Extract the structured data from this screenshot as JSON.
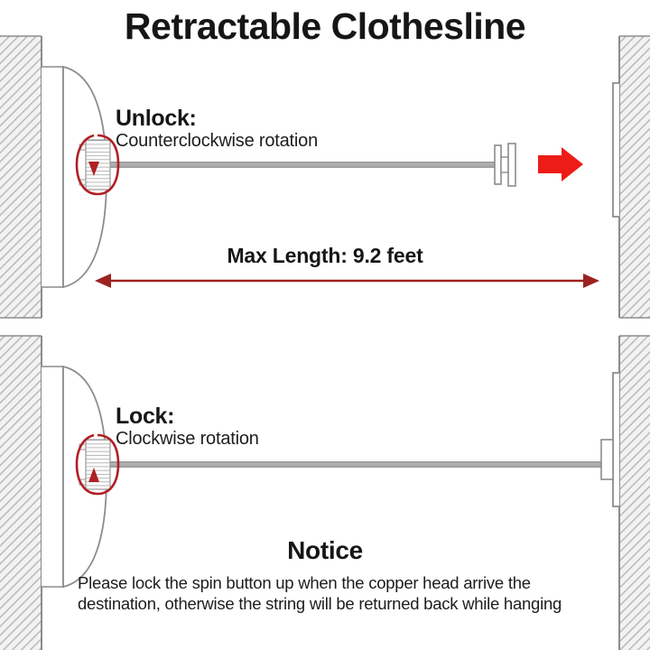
{
  "page": {
    "title": "Retractable Clothesline",
    "background_color": "#ffffff"
  },
  "colors": {
    "title_text": "#161616",
    "body_text": "#1d1d1d",
    "wall_hatch": "#b9b9b9",
    "wall_outline": "#8c8c8c",
    "housing_outline": "#8c8c8c",
    "cord_gray": "#a8a8a8",
    "rotation_arrow_red": "#b01f24",
    "direction_arrow_red": "#ee1c16",
    "dimension_arrow_red": "#9c2220"
  },
  "panels": [
    {
      "id": "unlock-panel",
      "heading": "Unlock:",
      "subheading": "Counterclockwise rotation",
      "rotation_direction": "counterclockwise",
      "rotation_arrow_points": "down",
      "cord_state": "extended",
      "pull_arrow": "right",
      "dimension": {
        "label": "Max Length:  9.2 feet",
        "value": 9.2,
        "unit": "feet"
      }
    },
    {
      "id": "lock-panel",
      "heading": "Lock:",
      "subheading": "Clockwise rotation",
      "rotation_direction": "clockwise",
      "rotation_arrow_points": "up",
      "cord_state": "attached",
      "pull_arrow": "none"
    }
  ],
  "notice": {
    "title": "Notice",
    "body": "Please lock the spin button up when the copper head arrive the destination, otherwise the string will be returned back while hanging"
  }
}
